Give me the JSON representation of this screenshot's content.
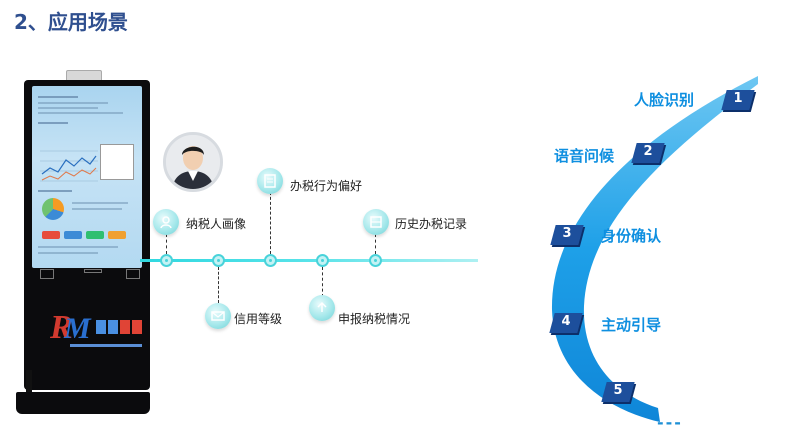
{
  "title": "2、应用场景",
  "timeline": {
    "top_items": [
      {
        "label": "纳税人画像",
        "icon": "person-icon"
      },
      {
        "label": "办税行为偏好",
        "icon": "document-icon"
      },
      {
        "label": "历史办税记录",
        "icon": "cabinet-icon"
      }
    ],
    "bottom_items": [
      {
        "label": "信用等级",
        "icon": "mail-icon"
      },
      {
        "label": "申报纳税情况",
        "icon": "upload-icon"
      }
    ]
  },
  "features": [
    {
      "num": "1",
      "label": "人脸识别"
    },
    {
      "num": "2",
      "label": "语音问候"
    },
    {
      "num": "3",
      "label": "身份确认"
    },
    {
      "num": "4",
      "label": "主动引导"
    },
    {
      "num": "5",
      "label": ""
    }
  ],
  "more": "---",
  "colors": {
    "accent": "#0E8FE0",
    "badge": "#1d4f9c",
    "timeline": "#2fd8e0",
    "title": "#2F4F8F"
  }
}
